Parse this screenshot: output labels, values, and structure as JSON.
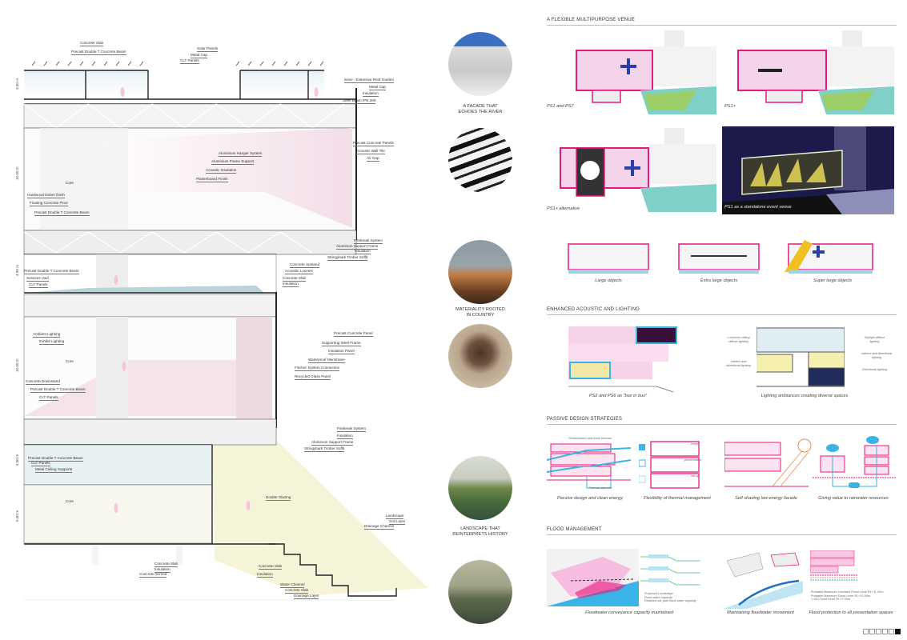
{
  "section": {
    "dimensions": [
      "3.00 m",
      "10.00 m",
      "4.00 m",
      "10.00 m",
      "4.00 m",
      "5.00 m"
    ],
    "labels": [
      "Concrete Slab",
      "Precast Double T Concrete Beam",
      "Solar Panels",
      "Metal Cap",
      "CLT Panels",
      "Semi - Extensive Roof Garden",
      "Metal Cap",
      "Insulation",
      "Steel Beam IPE 200",
      "Precast Concrete Panels",
      "Acoustic Wall Tile",
      "Air Gap",
      "Aluminium Hanger System",
      "Aluminium Frame Support",
      "Acoustic Insulation",
      "Plasterboard Finish",
      "Core",
      "Hardwood timber finish",
      "Floating Concrete Floor",
      "Precast Double T Concrete Beam",
      "Firebreak System",
      "Aluminum Support Frame",
      "Insulation",
      "Stringybark Timber Soffit",
      "Concrete Upstand",
      "Acoustic Louvers",
      "Concrete Slab",
      "Insulation",
      "Precast Double T Concrete Beam",
      "Services Void",
      "CLT Panels",
      "Ambient Lighting",
      "Exhibit Lighting",
      "Core",
      "Precast Concrete Panel",
      "Supporting Steel Frame",
      "Insulation Panel",
      "Waterproof Membrane",
      "Fischer System Connection",
      "Recycled Glass Panel",
      "Concrete Downstand",
      "Precast Double T Concrete Beam",
      "CLT Panels",
      "Firebreak System",
      "Insulation",
      "Aluminum Support Frame",
      "Stringybark Timber Soffit",
      "Precast Double T Concrete Beam",
      "CLT Panels",
      "Metal Ceiling Supports",
      "Core",
      "Double Glazing",
      "Landscape",
      "Soil Layer",
      "Drainage Channel",
      "Concrete Slab",
      "Insulation",
      "Concrete Screed",
      "Concrete Slab",
      "Insulation",
      "Water Channel",
      "Concrete Slab",
      "Drainage Layer"
    ]
  },
  "themes": [
    {
      "caption_1": "A FACADE THAT",
      "caption_2": "ECHOES THE RIVER"
    },
    {
      "caption_1": "MATERIALITY ROOTED",
      "caption_2": "IN COUNTRY"
    },
    {
      "caption_1": "LANDSCAPE THAT",
      "caption_2": "REINTERPRETS HISTORY"
    }
  ],
  "venue": {
    "title": "A FLEXIBLE MULTIPURPOSE VENUE",
    "views": [
      "PS1 and PS7",
      "PS1+",
      "PS1+ alternative",
      "PS1 as a standalone event venue"
    ],
    "objects": [
      "Large objects",
      "Extra large objects",
      "Super large objects"
    ]
  },
  "acoustic": {
    "title": "ENHANCED ACOUSTIC AND LIGHTING",
    "captions": [
      "PS2 and PS6 as \"box in box\"",
      "Lighting ambiances creating diverse spaces"
    ],
    "lighting_labels": [
      "Luminous ceiling diffuse lighting",
      "Indirect and directional lighting",
      "Skylight diffuse lighting",
      "Indirect and directional lighting",
      "Directional lighting"
    ]
  },
  "passive": {
    "title": "PASSIVE DESIGN STRATEGIES",
    "captions": [
      "Passive design and clean energy",
      "Flexibility of thermal management",
      "Self shading low energy facade",
      "Giving value to rainwater resources"
    ],
    "labels": [
      "Photovoltaics and Solar thermal",
      "Thermal labyrinth",
      "event",
      "presentation",
      "set-up"
    ]
  },
  "flood": {
    "title": "FLOOD MANAGEMENT",
    "captions": [
      "Floodwater conveyance capacity maintained",
      "Maintaining floodwater movement",
      "Flood protection to all presentation spaces"
    ],
    "legend_a": [
      "Proposed Landscape",
      "Flood water capacity",
      "Retained car park flood water capacity"
    ],
    "legend_b": [
      "Probable Maximum Overland Flood Level RL+11.32m",
      "Probable Maximum Flood Level RL+10.40m",
      "1:100 Flood Level RL+7.00m"
    ]
  },
  "colors": {
    "accent": "#e6197d",
    "water": "#3ab4e6",
    "flood_blue": "#1f6fc4",
    "landscape": "#f6f4d8"
  },
  "pagination": {
    "total": 6,
    "current": 6
  }
}
